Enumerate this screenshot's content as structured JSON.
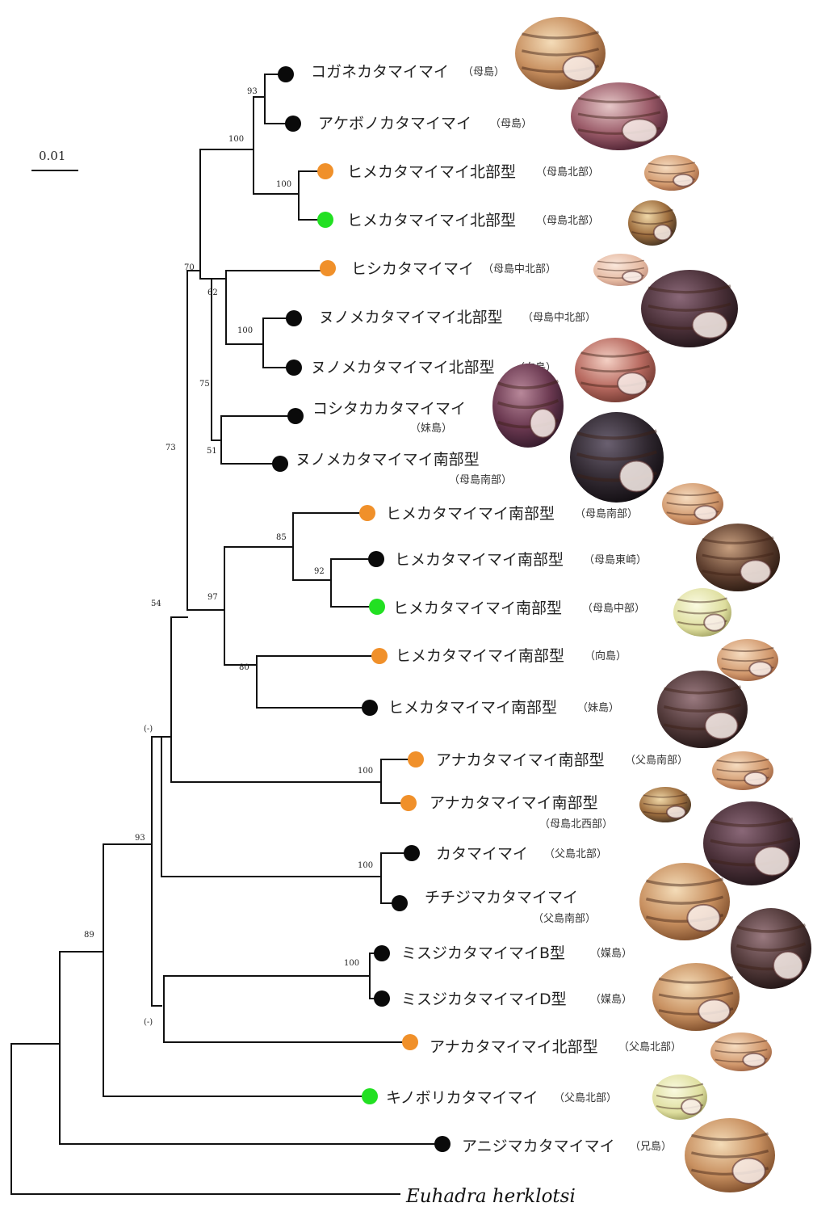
{
  "scale_bar": {
    "label": "0.01"
  },
  "colors": {
    "black": "#0a0a0a",
    "orange": "#f0902a",
    "green": "#22e022"
  },
  "taxa": [
    {
      "name": "コガネカタマイマイ",
      "locality": "（母島）",
      "color": "black",
      "shell": "banded-tan"
    },
    {
      "name": "アケボノカタマイマイ",
      "locality": "（母島）",
      "color": "black",
      "shell": "banded-purple"
    },
    {
      "name": "ヒメカタマイマイ北部型",
      "locality": "（母島北部）",
      "color": "orange",
      "shell": "tan-small"
    },
    {
      "name": "ヒメカタマイマイ北部型",
      "locality": "（母島北部）",
      "color": "green",
      "shell": "banded-small"
    },
    {
      "name": "ヒシカタマイマイ",
      "locality": "（母島中北部）",
      "color": "orange",
      "shell": "pale-flat"
    },
    {
      "name": "ヌノメカタマイマイ北部型",
      "locality": "（母島中北部）",
      "color": "black",
      "shell": "dark-large"
    },
    {
      "name": "ヌノメカタマイマイ北部型",
      "locality": "（向島）",
      "color": "black",
      "shell": "banded-pink"
    },
    {
      "name": "コシタカカタマイマイ",
      "locality": "（妹島）",
      "color": "black",
      "shell": "purple-tall"
    },
    {
      "name": "ヌノメカタマイマイ南部型",
      "locality": "（母島南部）",
      "color": "black",
      "shell": "dark-tall"
    },
    {
      "name": "ヒメカタマイマイ南部型",
      "locality": "（母島南部）",
      "color": "orange",
      "shell": "tan-small"
    },
    {
      "name": "ヒメカタマイマイ南部型",
      "locality": "（母島東崎）",
      "color": "black",
      "shell": "brown-banded"
    },
    {
      "name": "ヒメカタマイマイ南部型",
      "locality": "（母島中部）",
      "color": "green",
      "shell": "yellow"
    },
    {
      "name": "ヒメカタマイマイ南部型",
      "locality": "（向島）",
      "color": "orange",
      "shell": "tan-small"
    },
    {
      "name": "ヒメカタマイマイ南部型",
      "locality": "（妹島）",
      "color": "black",
      "shell": "dark-banded"
    },
    {
      "name": "アナカタマイマイ南部型",
      "locality": "（父島南部）",
      "color": "orange",
      "shell": "tan-small"
    },
    {
      "name": "アナカタマイマイ南部型",
      "locality": "（母島北西部）",
      "color": "orange",
      "shell": "banded-small"
    },
    {
      "name": "カタマイマイ",
      "locality": "（父島北部）",
      "color": "black",
      "shell": "dark-large"
    },
    {
      "name": "チチジマカタマイマイ",
      "locality": "（父島南部）",
      "color": "black",
      "shell": "banded-tan"
    },
    {
      "name": "ミスジカタマイマイB型",
      "locality": "（媒島）",
      "color": "black",
      "shell": "dark-banded"
    },
    {
      "name": "ミスジカタマイマイD型",
      "locality": "（媒島）",
      "color": "black",
      "shell": "banded-tan"
    },
    {
      "name": "アナカタマイマイ北部型",
      "locality": "（父島北部）",
      "color": "orange",
      "shell": "tan-small"
    },
    {
      "name": "キノボリカタマイマイ",
      "locality": "（父島北部）",
      "color": "green",
      "shell": "yellow"
    },
    {
      "name": "アニジマカタマイマイ",
      "locality": "（兄島）",
      "color": "black",
      "shell": "banded-tan"
    }
  ],
  "outgroup": "Euhadra herklotsi",
  "support_values": [
    "93",
    "100",
    "100",
    "70",
    "62",
    "100",
    "75",
    "51",
    "73",
    "85",
    "92",
    "97",
    "80",
    "54",
    "100",
    "(-)",
    "100",
    "93",
    "100",
    "(-)",
    "89"
  ]
}
